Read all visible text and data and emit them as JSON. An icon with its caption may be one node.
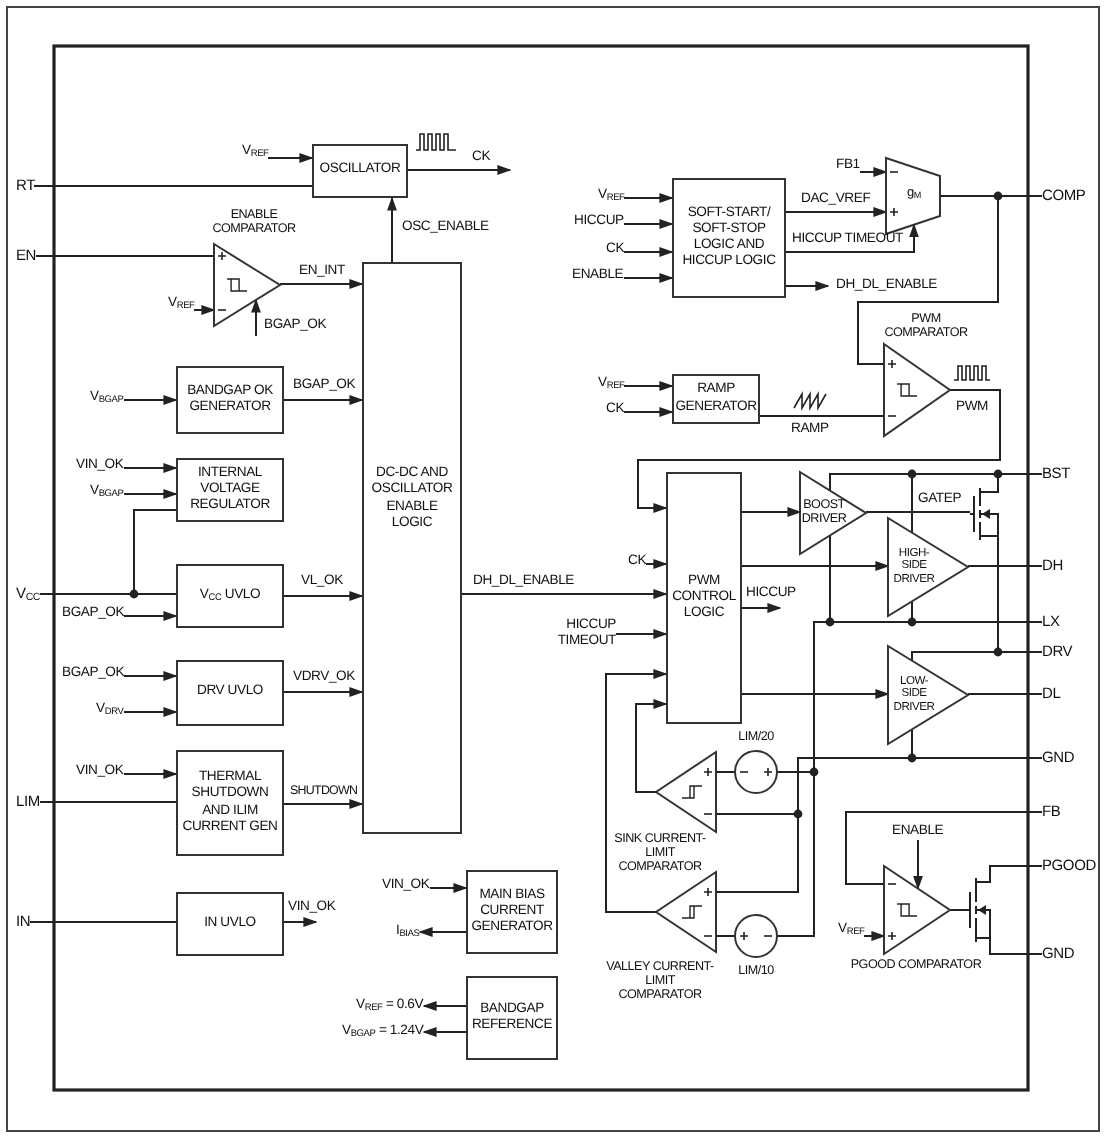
{
  "diagram": {
    "nodes": [
      {
        "text": [
          "OSCILLATOR"
        ]
      },
      {
        "text": [
          "ENABLE COMPARATOR"
        ]
      },
      {
        "text": [
          "DC-DC AND OSCILLATOR ENABLE LOGIC"
        ]
      },
      {
        "text": [
          "BANDGAP OK GENERATOR"
        ]
      },
      {
        "text": [
          "INTERNAL VOLTAGE REGULATOR"
        ]
      },
      {
        "text": [
          "V$_{CC}$ UVLO"
        ]
      },
      {
        "text": [
          "DRV UVLO"
        ]
      },
      {
        "text": [
          "THERMAL SHUTDOWN AND ILIM CURRENT GEN"
        ]
      },
      {
        "text": [
          "IN UVLO"
        ]
      },
      {
        "text": [
          "MAIN BIAS CURRENT GENERATOR"
        ]
      },
      {
        "text": [
          "BANDGAP REFERENCE"
        ]
      },
      {
        "text": [
          "SOFT-START/ SOFT-STOP LOGIC AND HICCUP LOGIC"
        ]
      },
      {
        "text": [
          "g$_{M}$"
        ]
      },
      {
        "text": [
          "PWM COMPARATOR"
        ]
      },
      {
        "text": [
          "RAMP GENERATOR"
        ]
      },
      {
        "text": [
          "PWM CONTROL LOGIC"
        ]
      },
      {
        "text": [
          "BOOST DRIVER"
        ]
      },
      {
        "text": [
          "HIGH-SIDE DRIVER"
        ]
      },
      {
        "text": [
          "LOW-SIDE DRIVER"
        ]
      },
      {
        "text": [
          "SINK CURRENT-LIMIT COMPARATOR"
        ]
      },
      {
        "text": [
          "VALLEY CURRENT-LIMIT COMPARATOR"
        ]
      },
      {
        "text": [
          "LIM/20"
        ]
      },
      {
        "text": [
          "LIM/10"
        ]
      },
      {
        "text": [
          "PGOOD COMPARATOR"
        ]
      },
      {
        "text": [],
        "shape": "transistor"
      },
      {
        "text": [],
        "shape": "transistor"
      },
      {
        "text": [
          "RT"
        ]
      },
      {
        "text": [
          "EN"
        ]
      },
      {
        "text": [
          "V$_{CC}$"
        ]
      },
      {
        "text": [
          "LIM"
        ]
      },
      {
        "text": [
          "IN"
        ]
      },
      {
        "text": [
          "COMP"
        ]
      },
      {
        "text": [
          "BST"
        ]
      },
      {
        "text": [
          "DH"
        ]
      },
      {
        "text": [
          "LX"
        ]
      },
      {
        "text": [
          "DRV"
        ]
      },
      {
        "text": [
          "DL"
        ]
      },
      {
        "text": [
          "GND"
        ]
      },
      {
        "text": [
          "FB"
        ]
      },
      {
        "text": [
          "PGOOD"
        ]
      },
      {
        "text": [
          "GND"
        ]
      },
      {
        "text": [
          "V$_{REF}$"
        ]
      },
      {
        "text": [
          "V$_{REF}$"
        ]
      },
      {
        "text": [
          "V$_{BGAP}$"
        ]
      },
      {
        "text": [
          "VIN_OK"
        ]
      },
      {
        "text": [
          "V$_{BGAP}$"
        ]
      },
      {
        "text": [
          "BGAP_OK"
        ]
      },
      {
        "text": [
          "BGAP_OK"
        ]
      },
      {
        "text": [
          "V$_{DRV}$"
        ]
      },
      {
        "text": [
          "VIN_OK"
        ]
      },
      {
        "text": [
          "VIN_OK"
        ]
      },
      {
        "text": [
          "I$_{BIAS}$"
        ]
      },
      {
        "text": [
          "V$_{REF}$ = 0.6V"
        ]
      },
      {
        "text": [
          "V$_{BGAP}$ = 1.24V"
        ]
      },
      {
        "text": [
          "V$_{REF}$"
        ]
      },
      {
        "text": [
          "HICCUP"
        ]
      },
      {
        "text": [
          "CK"
        ]
      },
      {
        "text": [
          "ENABLE"
        ]
      },
      {
        "text": [
          "FB1"
        ]
      },
      {
        "text": [
          "V$_{REF}$"
        ]
      },
      {
        "text": [
          "CK"
        ]
      },
      {
        "text": [
          "CK"
        ]
      },
      {
        "text": [
          "HICCUP TIMEOUT"
        ]
      },
      {
        "text": [
          "ENABLE"
        ]
      },
      {
        "text": [
          "V$_{REF}$"
        ]
      }
    ],
    "edges": [
      {
        "from": 41,
        "to": 0,
        "arrow": "to"
      },
      {
        "from": 26,
        "to": 0,
        "arrow": "none"
      },
      {
        "from": 0,
        "to": null,
        "arrow": "to",
        "label": "CK"
      },
      {
        "from": 2,
        "to": 0,
        "arrow": "to",
        "label": "OSC_ENABLE"
      },
      {
        "from": 27,
        "to": 1,
        "arrow": "none"
      },
      {
        "from": 42,
        "to": 1,
        "arrow": "to"
      },
      {
        "from": null,
        "to": 1,
        "arrow": "to",
        "label": "BGAP_OK"
      },
      {
        "from": 1,
        "to": 2,
        "arrow": "to",
        "label": "EN_INT"
      },
      {
        "from": 43,
        "to": 3,
        "arrow": "to"
      },
      {
        "from": 3,
        "to": 2,
        "arrow": "to",
        "label": "BGAP_OK"
      },
      {
        "from": 44,
        "to": 4,
        "arrow": "to"
      },
      {
        "from": 45,
        "to": 4,
        "arrow": "to"
      },
      {
        "from": 4,
        "to": 5,
        "arrow": "none"
      },
      {
        "from": 28,
        "to": 5,
        "arrow": "none"
      },
      {
        "from": 46,
        "to": 5,
        "arrow": "to"
      },
      {
        "from": 5,
        "to": 2,
        "arrow": "to",
        "label": "VL_OK"
      },
      {
        "from": 47,
        "to": 6,
        "arrow": "to"
      },
      {
        "from": 48,
        "to": 6,
        "arrow": "to"
      },
      {
        "from": 6,
        "to": 2,
        "arrow": "to",
        "label": "VDRV_OK"
      },
      {
        "from": 49,
        "to": 7,
        "arrow": "to"
      },
      {
        "from": 29,
        "to": 7,
        "arrow": "none"
      },
      {
        "from": 7,
        "to": 2,
        "arrow": "to",
        "label": "SHUTDOWN"
      },
      {
        "from": 30,
        "to": 8,
        "arrow": "none"
      },
      {
        "from": 8,
        "to": null,
        "arrow": "to",
        "label": "VIN_OK"
      },
      {
        "from": 50,
        "to": 9,
        "arrow": "to"
      },
      {
        "from": 9,
        "to": 51,
        "arrow": "to"
      },
      {
        "from": 10,
        "to": 52,
        "arrow": "to"
      },
      {
        "from": 10,
        "to": 53,
        "arrow": "to"
      },
      {
        "from": 54,
        "to": 11,
        "arrow": "to"
      },
      {
        "from": 55,
        "to": 11,
        "arrow": "to"
      },
      {
        "from": 56,
        "to": 11,
        "arrow": "to"
      },
      {
        "from": 57,
        "to": 11,
        "arrow": "to"
      },
      {
        "from": 11,
        "to": 12,
        "arrow": "to",
        "label": "DAC_VREF"
      },
      {
        "from": 11,
        "to": 12,
        "arrow": "to",
        "label": "HICCUP TIMEOUT"
      },
      {
        "from": 11,
        "to": null,
        "arrow": "to",
        "label": "DH_DL_ENABLE"
      },
      {
        "from": 58,
        "to": 12,
        "arrow": "to"
      },
      {
        "from": 12,
        "to": 31,
        "arrow": "none"
      },
      {
        "from": 12,
        "to": 13,
        "arrow": "none"
      },
      {
        "from": 59,
        "to": 14,
        "arrow": "to"
      },
      {
        "from": 60,
        "to": 14,
        "arrow": "to"
      },
      {
        "from": 14,
        "to": 13,
        "arrow": "none",
        "label": "RAMP"
      },
      {
        "from": 13,
        "to": 15,
        "arrow": "to",
        "label": "PWM"
      },
      {
        "from": 61,
        "to": 15,
        "arrow": "to"
      },
      {
        "from": 2,
        "to": 15,
        "arrow": "to",
        "label": "DH_DL_ENABLE"
      },
      {
        "from": 62,
        "to": 15,
        "arrow": "to"
      },
      {
        "from": 20,
        "to": 15,
        "arrow": "to"
      },
      {
        "from": 19,
        "to": 15,
        "arrow": "to"
      },
      {
        "from": 15,
        "to": 16,
        "arrow": "to"
      },
      {
        "from": 15,
        "to": 17,
        "arrow": "to"
      },
      {
        "from": 15,
        "to": null,
        "arrow": "to",
        "label": "HICCUP"
      },
      {
        "from": 15,
        "to": 18,
        "arrow": "to"
      },
      {
        "from": 16,
        "to": 24,
        "arrow": "none",
        "label": "GATEP"
      },
      {
        "from": 17,
        "to": 33,
        "arrow": "none"
      },
      {
        "from": 18,
        "to": 36,
        "arrow": "none"
      },
      {
        "from": 32,
        "to": 24,
        "arrow": "none"
      },
      {
        "from": 32,
        "to": 17,
        "arrow": "none"
      },
      {
        "from": 32,
        "to": 16,
        "arrow": "none"
      },
      {
        "from": 34,
        "to": 16,
        "arrow": "none"
      },
      {
        "from": 34,
        "to": 17,
        "arrow": "none"
      },
      {
        "from": 35,
        "to": 24,
        "arrow": "none"
      },
      {
        "from": 35,
        "to": 18,
        "arrow": "none"
      },
      {
        "from": 37,
        "to": 18,
        "arrow": "none"
      },
      {
        "from": 34,
        "to": 21,
        "arrow": "none"
      },
      {
        "from": 34,
        "to": 22,
        "arrow": "none"
      },
      {
        "from": 37,
        "to": 19,
        "arrow": "none"
      },
      {
        "from": 37,
        "to": 20,
        "arrow": "none"
      },
      {
        "from": 21,
        "to": 19,
        "arrow": "none"
      },
      {
        "from": 22,
        "to": 20,
        "arrow": "none"
      },
      {
        "from": 38,
        "to": 23,
        "arrow": "none"
      },
      {
        "from": 63,
        "to": 23,
        "arrow": "to"
      },
      {
        "from": 64,
        "to": 23,
        "arrow": "to"
      },
      {
        "from": 23,
        "to": 25,
        "arrow": "none"
      },
      {
        "from": 25,
        "to": 39,
        "arrow": "none"
      },
      {
        "from": 25,
        "to": 40,
        "arrow": "none"
      }
    ]
  }
}
